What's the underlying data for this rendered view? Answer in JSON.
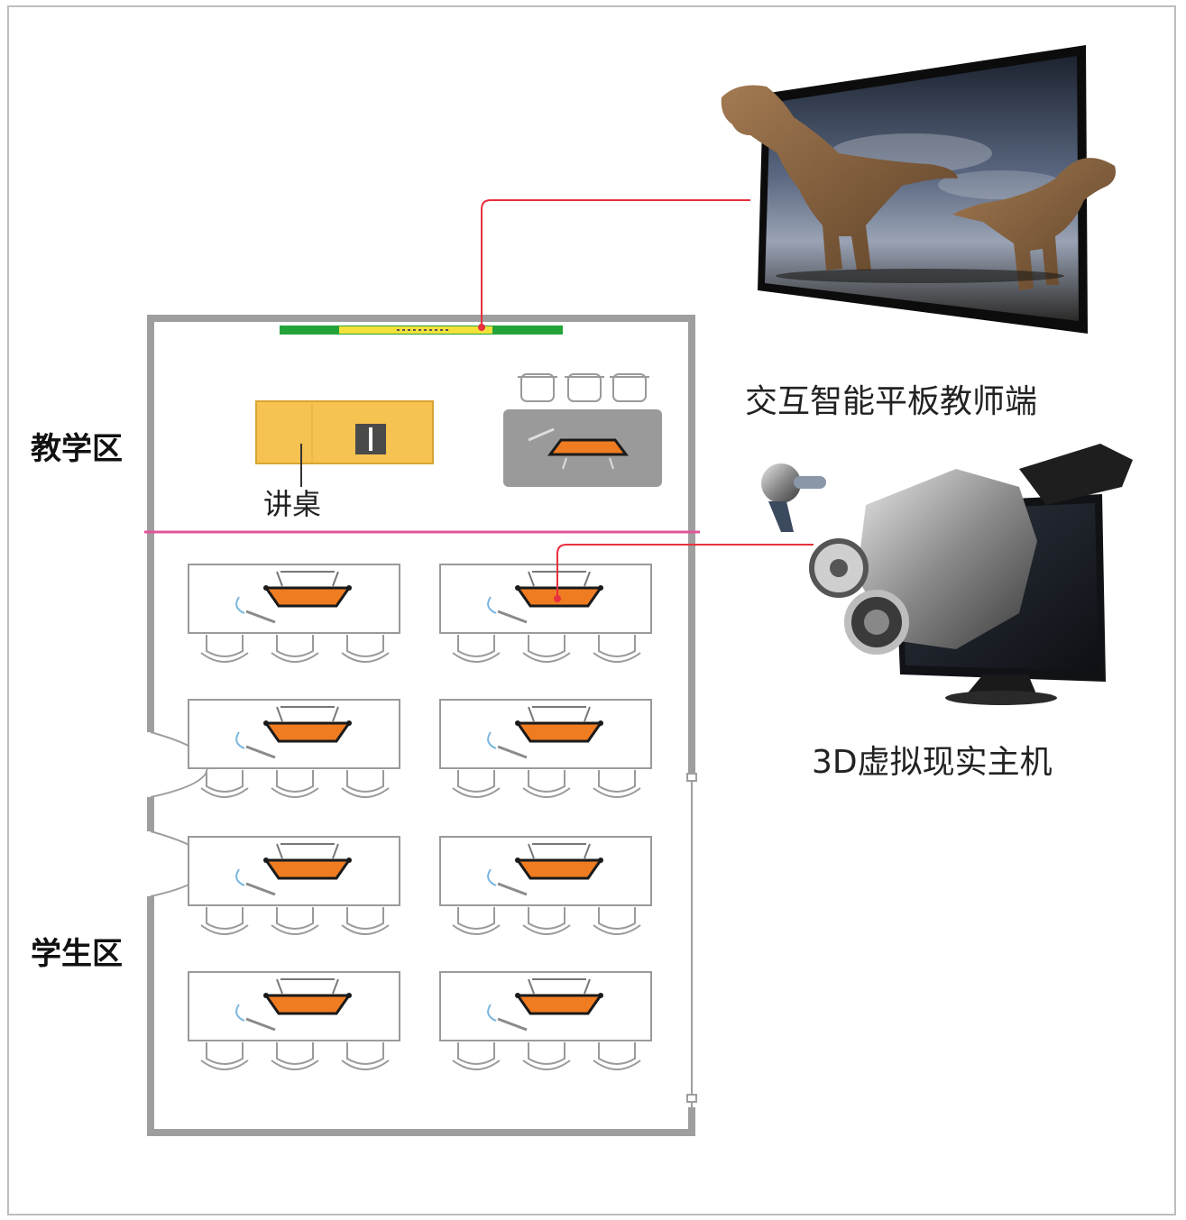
{
  "zones": {
    "teaching": "教学区",
    "student": "学生区"
  },
  "labels": {
    "podium": "讲桌",
    "interactive_panel": "交互智能平板教师端",
    "vr_host": "3D虚拟现实主机"
  },
  "layout": {
    "student_desk_rows": 4,
    "student_desk_cols": 2,
    "chairs_per_desk": 3
  },
  "colors": {
    "connection_line": "#e8303e",
    "zone_divider": "#e0559a",
    "wall": "#9e9e9e",
    "podium": "#f6c352",
    "device": "#f07c22",
    "whiteboard": "#23a33a"
  },
  "icons": {
    "panel_image": "dinosaur-display-image",
    "vr_image": "engine-monitor-image"
  }
}
